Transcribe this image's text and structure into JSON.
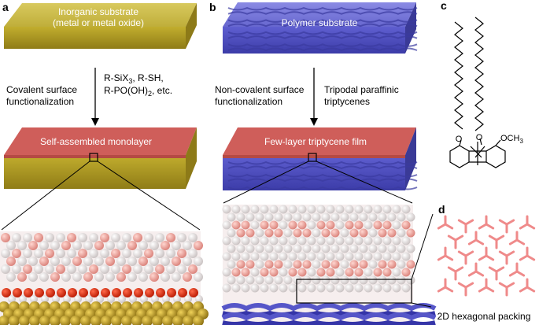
{
  "panel_labels": {
    "a": "a",
    "b": "b",
    "c": "c",
    "d": "d"
  },
  "panel_a": {
    "substrate_line1": "Inorganic substrate",
    "substrate_line2": "(metal or metal oxide)",
    "step_line1": "Covalent surface",
    "step_line2": "functionalization",
    "reagent_line1": "R-SiX",
    "reagent_sub1": "3",
    "reagent_line1_tail": ", R-SH,",
    "reagent_line2": "R-PO(OH)",
    "reagent_sub2": "2",
    "reagent_line2_tail": ", etc.",
    "layer_label": "Self-assembled monolayer"
  },
  "panel_b": {
    "substrate_label": "Polymer substrate",
    "step_line1": "Non-covalent surface",
    "step_line2": "functionalization",
    "reagent_line1": "Tripodal paraffinic",
    "reagent_line2": "triptycenes",
    "layer_label": "Few-layer triptycene film"
  },
  "panel_c": {
    "o_label": "O",
    "och3_label": "OCH",
    "och3_sub": "3"
  },
  "panel_d": {
    "caption": "2D hexagonal packing"
  },
  "colors": {
    "gold_top": "#c9b94a",
    "gold_side": "#a8941f",
    "polymer_top": "#6f6fd6",
    "polymer_side": "#4a4ab8",
    "film_top": "#c95a5a",
    "tripod": "#ef8a8a"
  }
}
